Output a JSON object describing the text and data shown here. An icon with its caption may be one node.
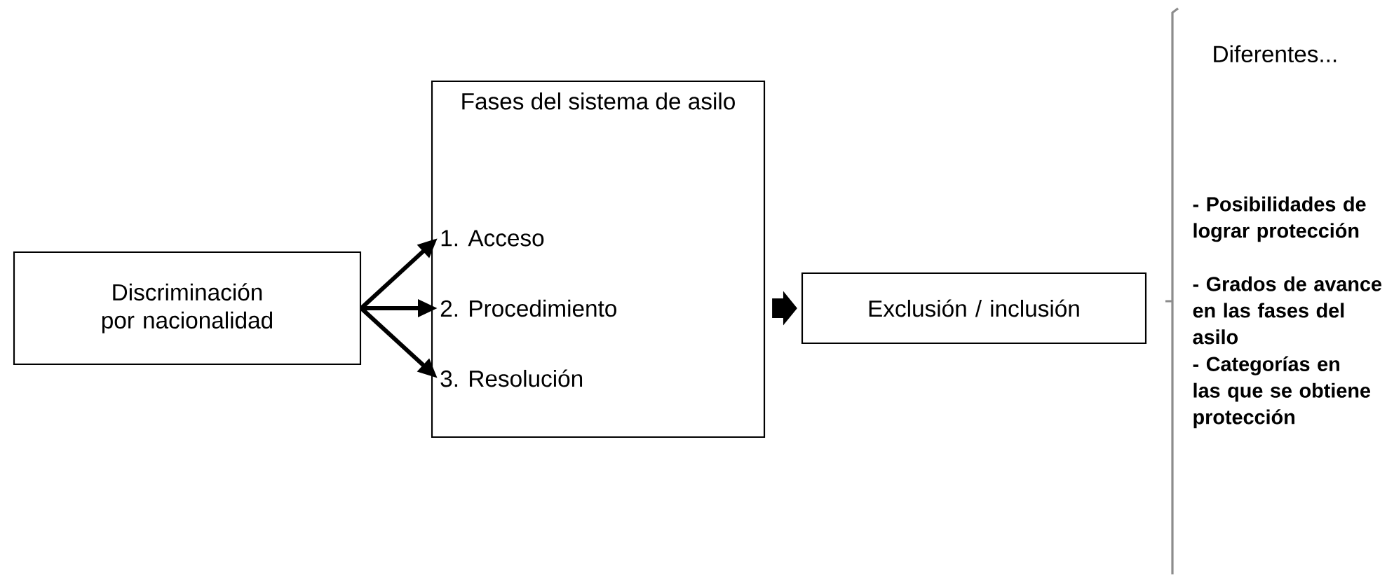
{
  "diagram": {
    "nodes": [
      {
        "text": [
          "Discriminación por nacionalidad"
        ]
      },
      {
        "text": [
          "Fases del sistema de asilo"
        ]
      },
      {
        "text": [
          "1. Acceso"
        ],
        "in": 1
      },
      {
        "text": [
          "2. Procedimiento"
        ],
        "in": 1
      },
      {
        "text": [
          "3. Resolución"
        ],
        "in": 1
      },
      {
        "text": [
          "Exclusión / inclusión"
        ]
      }
    ],
    "edges": [
      {
        "from": 0,
        "to": 2,
        "arrow": "to"
      },
      {
        "from": 0,
        "to": 3,
        "arrow": "to"
      },
      {
        "from": 0,
        "to": 4,
        "arrow": "to"
      },
      {
        "from": 1,
        "to": 5,
        "arrow": "to",
        "style": "thick"
      }
    ],
    "labels": [
      "Diferentes...",
      "- Posibilidades de lograr protección",
      "- Grados de avance en las fases del asilo",
      "- Categorías en las que se obtiene protección"
    ]
  }
}
